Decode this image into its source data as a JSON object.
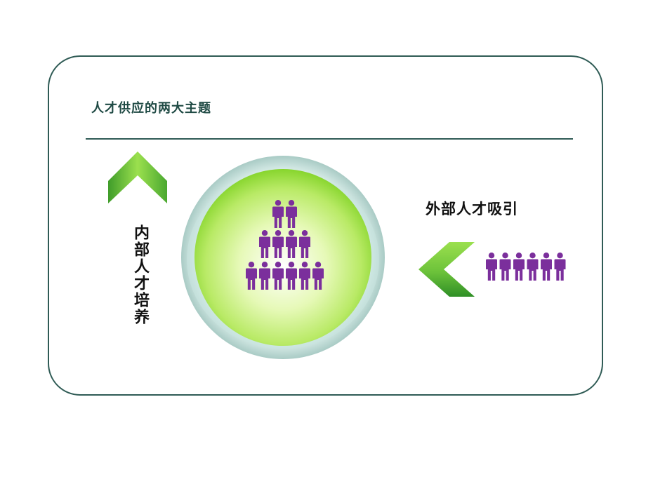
{
  "title": "人才供应的两大主题",
  "internal": {
    "label": "内部人才培养"
  },
  "external": {
    "label": "外部人才吸引"
  },
  "colors": {
    "frame": "#2f5b55",
    "person": "#7b2f9c",
    "arrow_light": "#9be04e",
    "arrow_dark": "#3f9c2a",
    "core_light": "#e6f9b7",
    "core_green": "#87d52d"
  },
  "icons": {
    "up_arrow": "up-chevron-icon",
    "left_arrow": "left-chevron-icon",
    "person": "person-icon"
  },
  "pyramid_rows": [
    2,
    4,
    6
  ],
  "external_people": 6
}
